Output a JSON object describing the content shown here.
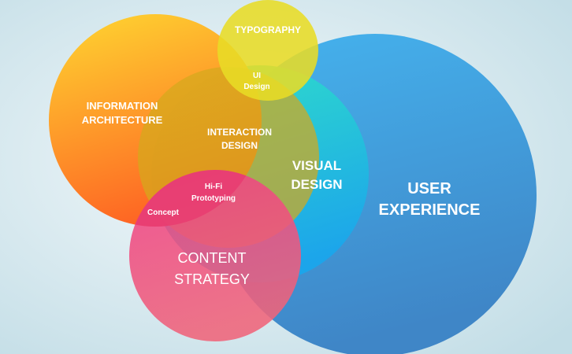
{
  "colors": {
    "background_inner": "#f4f9fb",
    "background_outer": "#c2dde6",
    "user_experience": [
      "#45b3ee",
      "#3f86c7"
    ],
    "visual_design": [
      "#2ee0c8",
      "#1aa6ec"
    ],
    "information_architecture": [
      "#ffd02a",
      "#ff5c1c"
    ],
    "typography": "#e8dc26",
    "interaction_design": "#d4a91c",
    "content_strategy": [
      "#ef3e86",
      "#f0647a"
    ],
    "hifi_overlap": "#e63a72"
  },
  "labels": {
    "typography": "TYPOGRAPHY",
    "ui_design_line1": "UI",
    "ui_design_line2": "Design",
    "information_architecture_line1": "INFORMATION",
    "information_architecture_line2": "ARCHITECTURE",
    "interaction_design_line1": "INTERACTION",
    "interaction_design_line2": "DESIGN",
    "visual_design_line1": "VISUAL",
    "visual_design_line2": "DESIGN",
    "user_experience_line1": "USER",
    "user_experience_line2": "EXPERIENCE",
    "hifi_line1": "Hi-Fi",
    "hifi_line2": "Prototyping",
    "concept": "Concept",
    "content_strategy_line1": "CONTENT",
    "content_strategy_line2": "STRATEGY"
  }
}
